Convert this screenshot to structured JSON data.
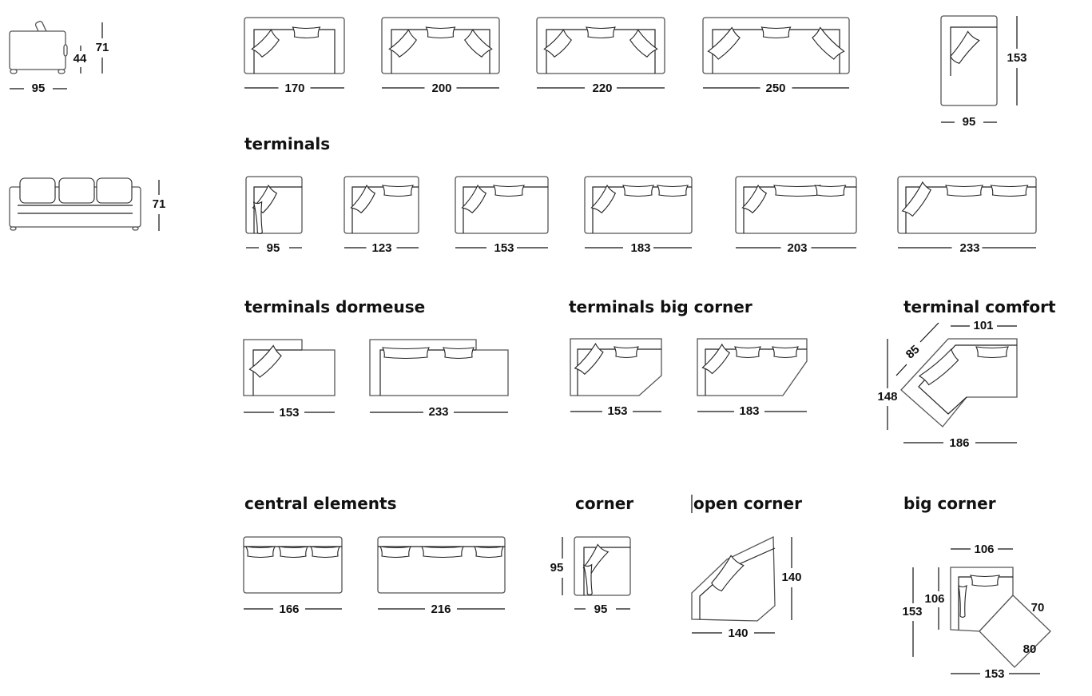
{
  "side_view": {
    "width": "95",
    "seat_height": "44",
    "height": "71"
  },
  "front_view": {
    "height": "71"
  },
  "sofas": {
    "widths": [
      "170",
      "200",
      "220",
      "250"
    ]
  },
  "chaise": {
    "depth": "153",
    "width": "95"
  },
  "terminals": {
    "title": "terminals",
    "widths": [
      "95",
      "123",
      "153",
      "183",
      "203",
      "233"
    ]
  },
  "terminals_dormeuse": {
    "title": "terminals dormeuse",
    "widths": [
      "153",
      "233"
    ]
  },
  "terminals_big_corner": {
    "title": "terminals big corner",
    "widths": [
      "153",
      "183"
    ]
  },
  "terminal_comfort": {
    "title": "terminal comfort",
    "top": "101",
    "diagonal": "85",
    "height": "148",
    "bottom": "186"
  },
  "central_elements": {
    "title": "central elements",
    "widths": [
      "166",
      "216"
    ]
  },
  "corner": {
    "title": "corner",
    "height": "95",
    "width": "95"
  },
  "open_corner": {
    "title": "open corner",
    "height": "140",
    "width": "140"
  },
  "big_corner": {
    "title": "big corner",
    "top": "106",
    "inner_height": "106",
    "height": "153",
    "side_a": "70",
    "side_b": "80",
    "bottom": "153"
  }
}
